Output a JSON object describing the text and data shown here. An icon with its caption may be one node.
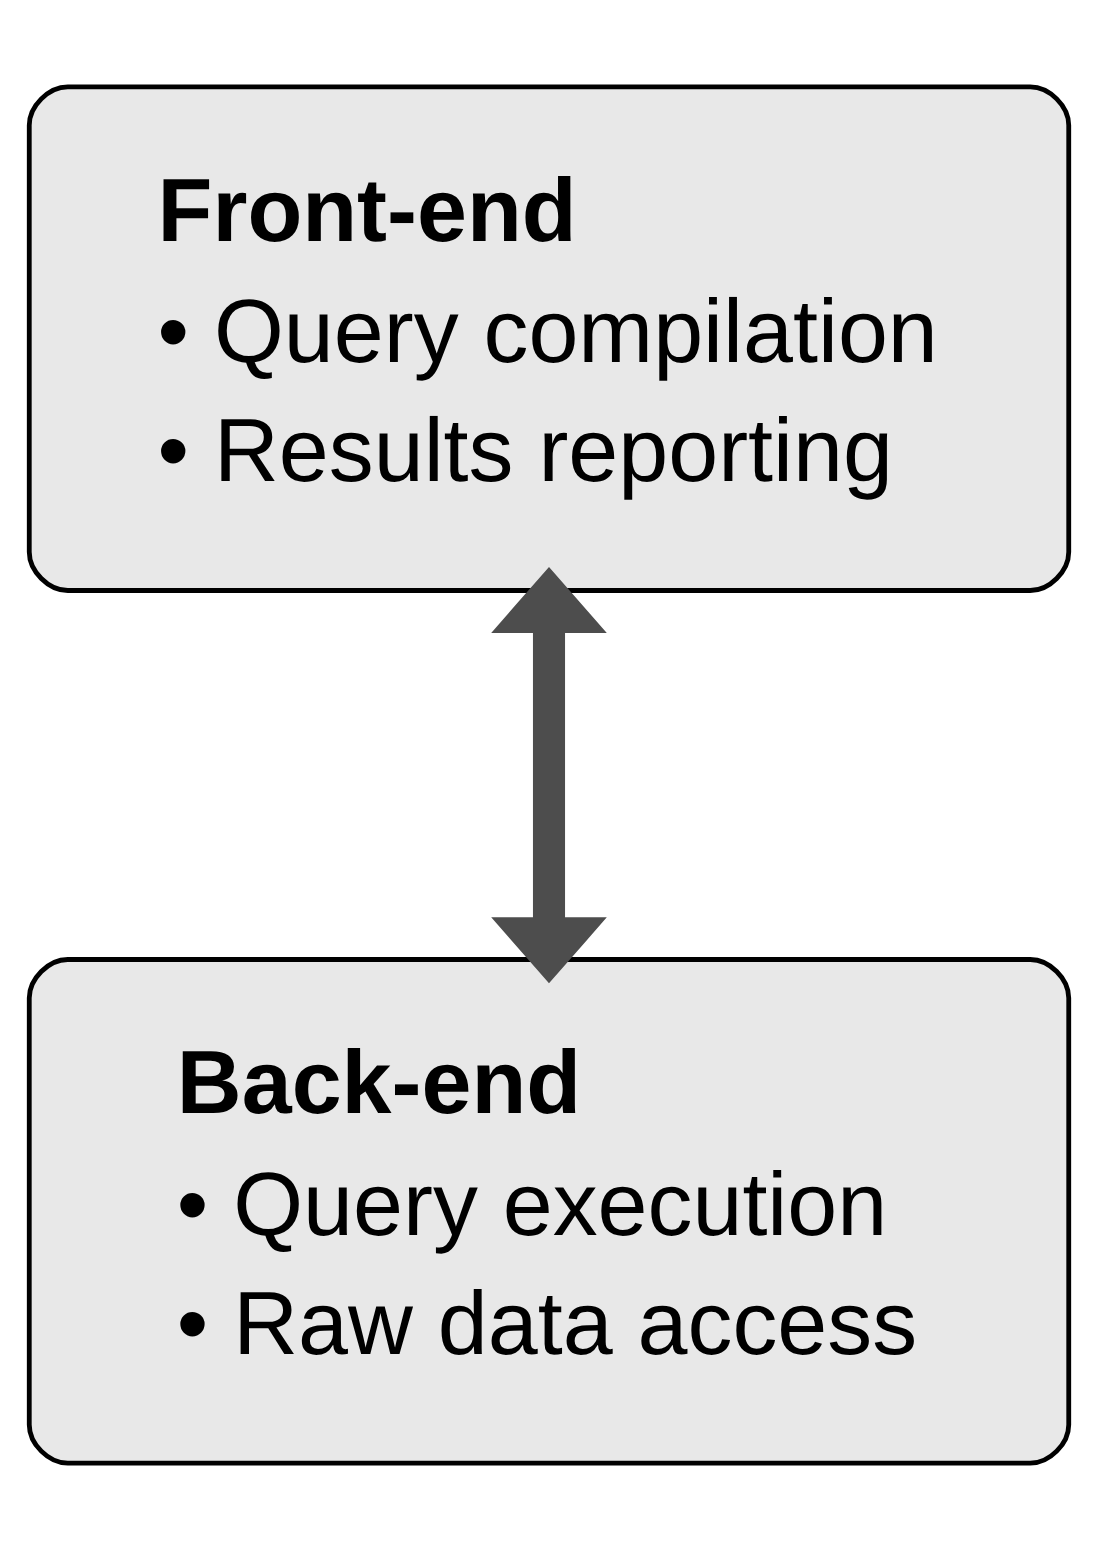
{
  "diagram": {
    "nodes": [
      {
        "text": [
          "Front-end",
          "• Query compilation",
          "• Results reporting"
        ]
      },
      {
        "text": [
          "Back-end",
          "• Query execution",
          "• Raw data access"
        ]
      }
    ],
    "edges": [
      {
        "from": 0,
        "to": 1,
        "arrow": "both"
      }
    ]
  }
}
